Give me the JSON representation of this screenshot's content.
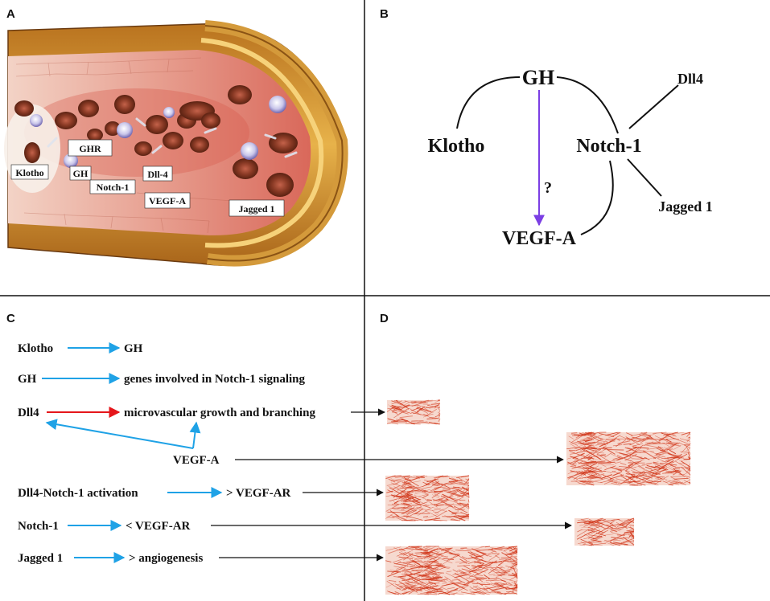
{
  "panels": {
    "a": "A",
    "b": "B",
    "c": "C",
    "d": "D"
  },
  "vessel_labels": {
    "ghr": "GHR",
    "klotho": "Klotho",
    "gh": "GH",
    "notch1": "Notch-1",
    "dll4": "Dll-4",
    "vegfa": "VEGF-A",
    "jagged1": "Jagged 1"
  },
  "network": {
    "gh": "GH",
    "klotho": "Klotho",
    "notch1": "Notch-1",
    "dll4": "Dll4",
    "jagged1": "Jagged 1",
    "vegfa": "VEGF-A",
    "question": "?"
  },
  "pathways": {
    "row1_from": "Klotho",
    "row1_to": "GH",
    "row2_from": "GH",
    "row2_to": "genes involved in Notch-1 signaling",
    "row3_from": "Dll4",
    "row3_to": "microvascular growth and branching",
    "row4_source": "VEGF-A",
    "row5_from": "Dll4-Notch-1 activation",
    "row5_to": "> VEGF-AR",
    "row6_from": "Notch-1",
    "row6_to": "< VEGF-AR",
    "row7_from": "Jagged 1",
    "row7_to": "> angiogenesis"
  },
  "colors": {
    "activation_arrow": "#1fa2e6",
    "inhibition_arrow": "#e5161b",
    "question_arrow": "#7b3fe4",
    "divider": "#111111",
    "vessel_red": "#d23a1e"
  }
}
